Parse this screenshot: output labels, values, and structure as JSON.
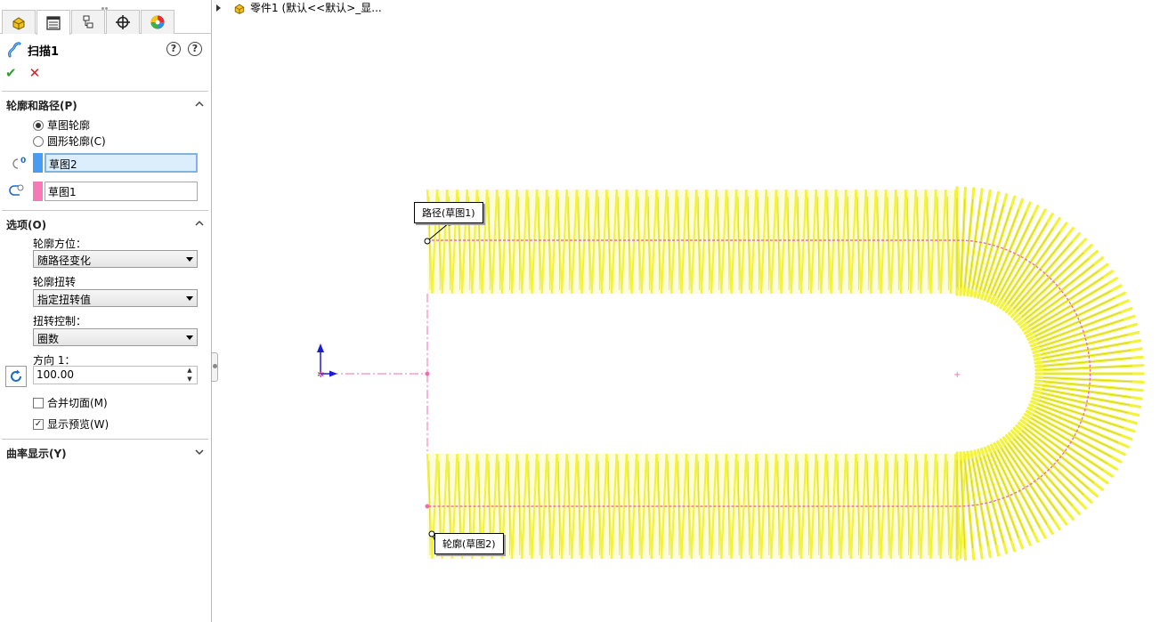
{
  "panel": {
    "tabs": [
      {
        "name": "feature-manager",
        "active": false
      },
      {
        "name": "property-manager",
        "active": true
      },
      {
        "name": "configuration-manager",
        "active": false
      },
      {
        "name": "dimxpert-manager",
        "active": false
      },
      {
        "name": "display-manager",
        "active": false
      }
    ],
    "title": "扫描1",
    "help_icons": [
      "?",
      "?"
    ],
    "actions": {
      "ok": "✔",
      "cancel": "✕"
    }
  },
  "profile_path": {
    "header": "轮廓和路径(P)",
    "options": [
      {
        "label": "草图轮廓",
        "selected": true
      },
      {
        "label": "圆形轮廓(C)",
        "selected": false
      }
    ],
    "profile_selection": "草图2",
    "path_selection": "草图1",
    "profile_color": "#4a9cf2",
    "path_color": "#f57bb6"
  },
  "options": {
    "header": "选项(O)",
    "orientation_label": "轮廓方位：",
    "orientation_value": "随路径变化",
    "twist_label": "轮廓扭转",
    "twist_value": "指定扭转值",
    "twist_control_label": "扭转控制：",
    "twist_control_value": "圈数",
    "direction_label": "方向 1：",
    "direction_value": "100.00",
    "merge_tangent_label": "合并切面(M)",
    "merge_tangent_checked": false,
    "show_preview_label": "显示预览(W)",
    "show_preview_checked": true
  },
  "curvature": {
    "header": "曲率显示(Y)"
  },
  "tree": {
    "label": "零件1  (默认<<默认>_显..."
  },
  "viewport": {
    "path_callout": "路径(草图1)",
    "profile_callout": "轮廓(草图2)",
    "sweep_color": "#f3f33c",
    "path_line_color": "#f06cb0"
  }
}
